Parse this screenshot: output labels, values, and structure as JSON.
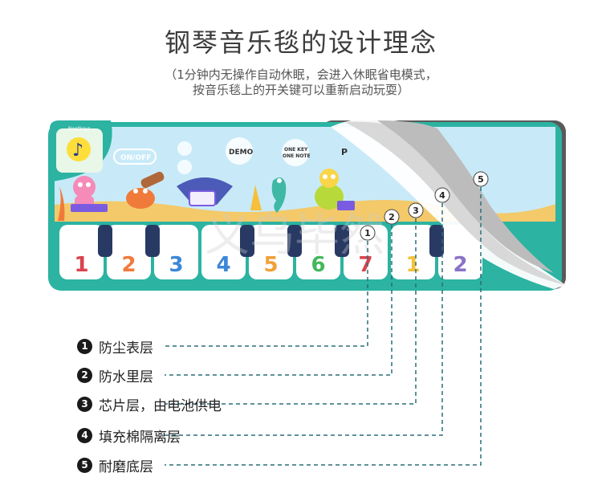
{
  "title": "钢琴音乐毯的设计理念",
  "subtitle": [
    "（1分钟内无操作自动休眠，会进入休眠省电模式，",
    "按音乐毯上的开关键可以重新启动玩耍）"
  ],
  "mat": {
    "brand_text": "Nootkeys",
    "buttons": [
      "ON/OFF",
      "DEMO",
      "ONE KEY",
      "ONE NOTE",
      "P"
    ],
    "key_numbers": [
      "1",
      "2",
      "3",
      "4",
      "5",
      "6",
      "7",
      "1",
      "2"
    ],
    "watermark": "义乌毕然",
    "colors": {
      "frame": "#2cb3a2",
      "sky": "#c8eaf8",
      "sand": "#f3c96a",
      "bottom_layer": "#5a5a5a",
      "peel": "#d8d8d8"
    }
  },
  "callout_numbers": [
    "1",
    "2",
    "3",
    "4",
    "5"
  ],
  "layers": [
    {
      "number": "1",
      "label": "防尘表层"
    },
    {
      "number": "2",
      "label": "防水里层"
    },
    {
      "number": "3",
      "label": "芯片层，由电池供电"
    },
    {
      "number": "4",
      "label": "填充棉隔离层"
    },
    {
      "number": "5",
      "label": "耐磨底层"
    }
  ]
}
